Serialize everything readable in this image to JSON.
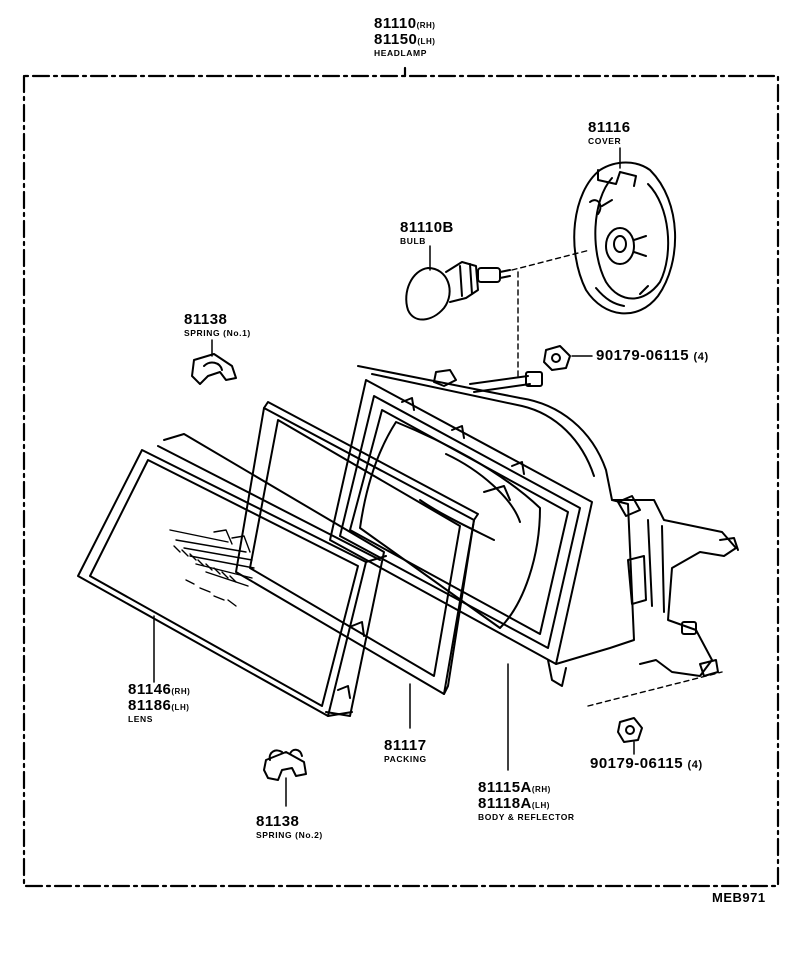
{
  "assembly": {
    "part_rh": "81110",
    "rh_suffix": "(RH)",
    "part_lh": "81150",
    "lh_suffix": "(LH)",
    "name": "HEADLAMP"
  },
  "cover": {
    "part": "81116",
    "name": "COVER"
  },
  "bulb": {
    "part": "81110B",
    "name": "BULB"
  },
  "spring1": {
    "part": "81138",
    "name": "SPRING (No.1)"
  },
  "nut_top": {
    "part": "90179-06115",
    "qty": "(4)"
  },
  "nut_bottom": {
    "part": "90179-06115",
    "qty": "(4)"
  },
  "lens": {
    "part_rh": "81146",
    "rh_suffix": "(RH)",
    "part_lh": "81186",
    "lh_suffix": "(LH)",
    "name": "LENS"
  },
  "packing": {
    "part": "81117",
    "name": "PACKING"
  },
  "body": {
    "part_rh": "81115A",
    "rh_suffix": "(RH)",
    "part_lh": "81118A",
    "lh_suffix": "(LH)",
    "name": "BODY & REFLECTOR"
  },
  "spring2": {
    "part": "81138",
    "name": "SPRING (No.2)"
  },
  "figure_code": "MEB971"
}
